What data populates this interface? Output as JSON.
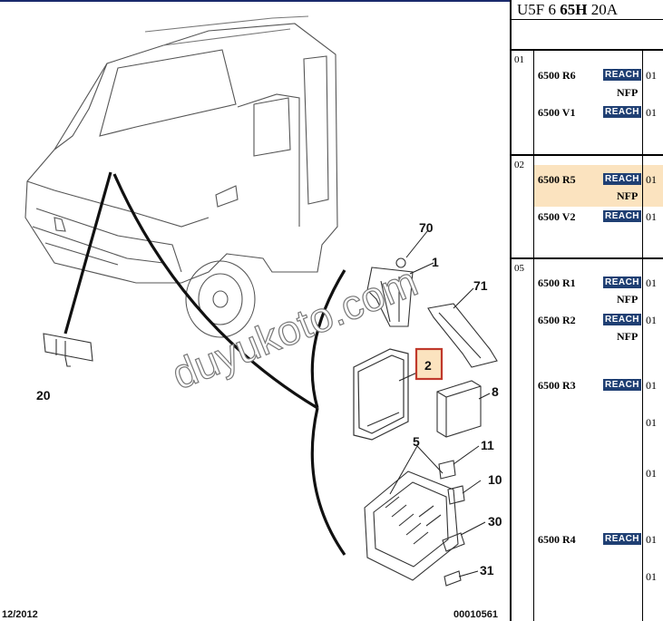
{
  "header": {
    "part1": "U5F 6 ",
    "part2": "65H",
    "part3": " 20A"
  },
  "diagram": {
    "callouts": {
      "c70": "70",
      "c1": "1",
      "c71": "71",
      "c2": "2",
      "c8": "8",
      "c5": "5",
      "c11": "11",
      "c10": "10",
      "c30": "30",
      "c31": "31",
      "c20": "20"
    },
    "footer_date": "12/2012",
    "footer_code": "00010561",
    "watermark": "duyukoto.com",
    "highlight_color": "#c0392b",
    "highlight_fill": "#fbe3bf"
  },
  "groups": [
    {
      "num": "01",
      "rows": [
        {
          "ref": "6500 R6",
          "badge": "REACH",
          "qty": "01",
          "note": "NFP"
        },
        {
          "ref": "6500 V1",
          "badge": "REACH",
          "qty": "01"
        }
      ]
    },
    {
      "num": "02",
      "highlight": true,
      "rows": [
        {
          "ref": "6500 R5",
          "badge": "REACH",
          "qty": "01",
          "note": "NFP"
        },
        {
          "ref": "6500 V2",
          "badge": "REACH",
          "qty": "01"
        }
      ]
    },
    {
      "num": "05",
      "rows": [
        {
          "ref": "6500 R1",
          "badge": "REACH",
          "qty": "01",
          "note": "NFP"
        },
        {
          "ref": "6500 R2",
          "badge": "REACH",
          "qty": "01",
          "note": "NFP"
        },
        {
          "ref": "6500 R3",
          "badge": "REACH",
          "qty": "01"
        },
        {
          "qty": "01"
        },
        {
          "qty": "01"
        },
        {
          "ref": "6500 R4",
          "badge": "REACH",
          "qty": "01"
        },
        {
          "qty": "01"
        }
      ]
    }
  ],
  "colors": {
    "badge_bg": "#1f3f73",
    "highlight_row": "#fbe3bf"
  }
}
